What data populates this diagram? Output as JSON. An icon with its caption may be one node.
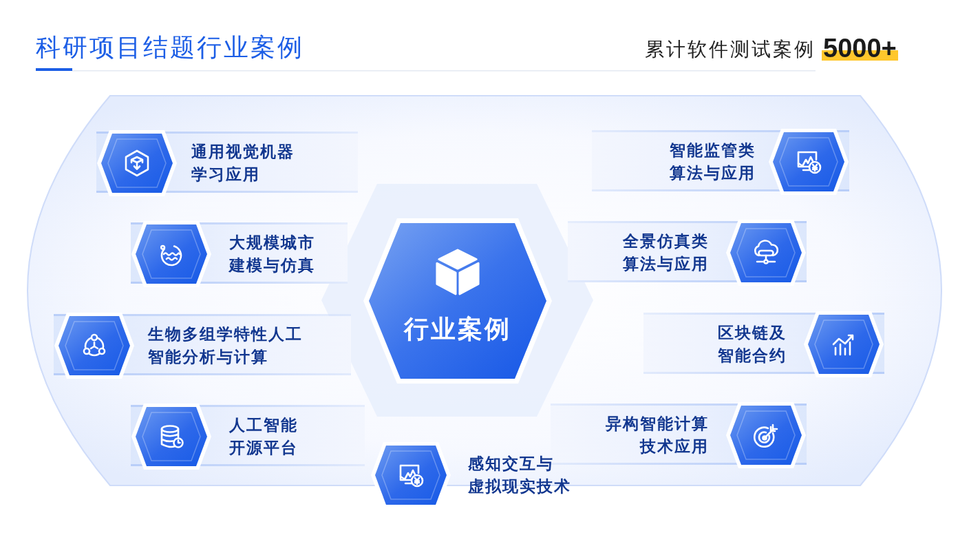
{
  "diagram": {
    "title": "科研项目结题行业案例",
    "nodes": [
      {
        "text": [
          "行业案例"
        ]
      },
      {
        "text": [
          "通用视觉机器学习应用"
        ]
      },
      {
        "text": [
          "大规模城市建模与仿真"
        ]
      },
      {
        "text": [
          "生物多组学特性人工智能分析与计算"
        ]
      },
      {
        "text": [
          "人工智能开源平台"
        ]
      },
      {
        "text": [
          "智能监管类算法与应用"
        ]
      },
      {
        "text": [
          "全景仿真类算法与应用"
        ]
      },
      {
        "text": [
          "区块链及智能合约"
        ]
      },
      {
        "text": [
          "异构智能计算技术应用"
        ]
      },
      {
        "text": [
          "感知交互与虚拟现实技术"
        ]
      }
    ],
    "labels": [
      "累计软件测试案例",
      "5000+"
    ]
  }
}
